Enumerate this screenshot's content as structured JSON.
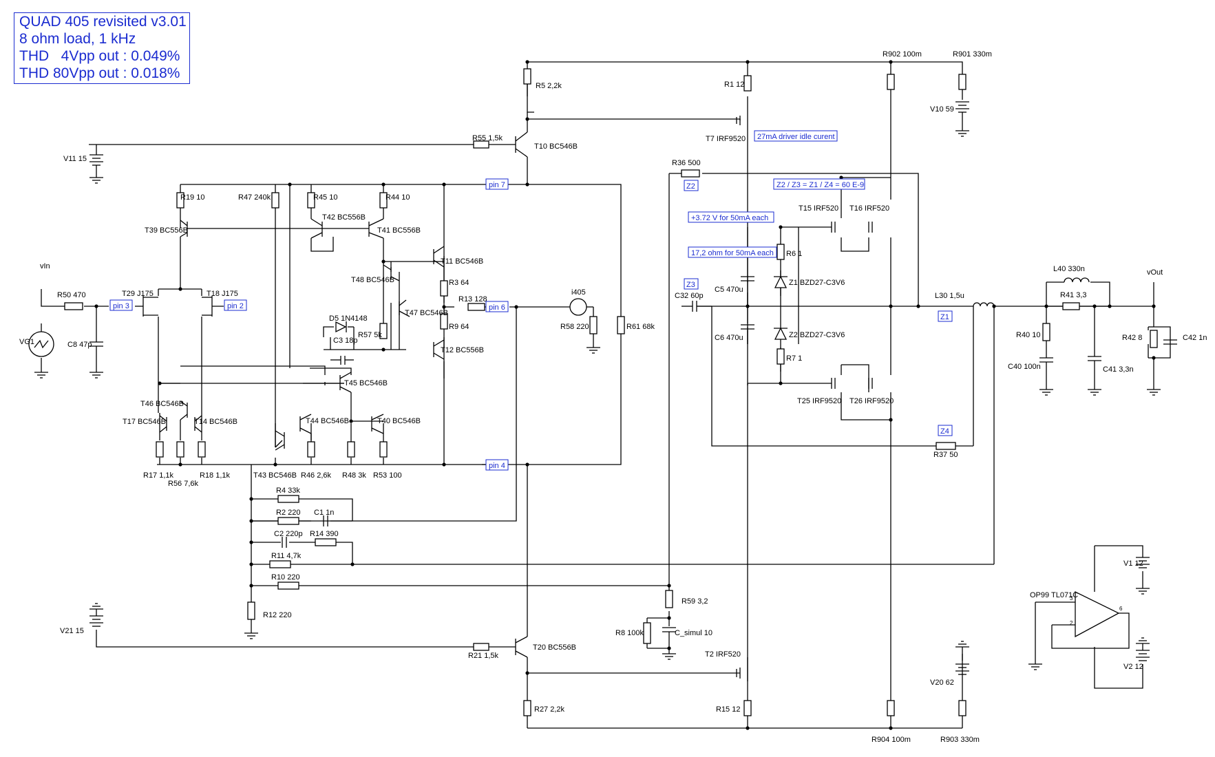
{
  "title_lines": [
    "QUAD 405 revisited v3.01",
    "8 ohm load, 1 kHz",
    "THD   4Vpp out : 0.049%",
    "THD 80Vpp out : 0.018%"
  ],
  "pins": {
    "pin3": "pin 3",
    "pin2": "pin 2",
    "pin7": "pin 7",
    "pin6": "pin 6",
    "pin4": "pin 4"
  },
  "zlabels": {
    "Z1": "Z1",
    "Z2": "Z2",
    "Z3": "Z3",
    "Z4": "Z4"
  },
  "notes": {
    "idle": "27mA driver idle curent",
    "zeq": "Z2 / Z3 = Z1 / Z4 = 60 E-9",
    "volt": "+3.72 V for 50mA each",
    "ohm": "17,2 ohm for 50mA each"
  },
  "nets": {
    "vin": "vIn",
    "vout": "vOut",
    "i405": "i405"
  },
  "components": {
    "V11": "V11 15",
    "V21": "V21 15",
    "V10": "V10 59",
    "V20": "V20 62",
    "V1": "V1 12",
    "V2": "V2 12",
    "VG1": "VG1",
    "R50": "R50 470",
    "C8": "C8 47p",
    "T29": "T29 J175",
    "T18": "T18 J175",
    "R19": "R19 10",
    "T39": "T39 BC556B",
    "R47": "R47 240k",
    "R45": "R45 10",
    "T42": "T42 BC556B",
    "R44": "R44 10",
    "T41": "T41 BC556B",
    "R55": "R55 1,5k",
    "T10": "T10 BC546B",
    "R5": "R5 2,2k",
    "R1": "R1 12",
    "T7": "T7 IRF9520",
    "R902": "R902 100m",
    "R901": "R901 330m",
    "T11": "T11 BC546B",
    "T48": "T48 BC546B",
    "R3": "R3 64",
    "R13": "R13 128",
    "T47": "T47 BC546B",
    "R9": "R9 64",
    "D5": "D5 1N4148",
    "C3": "C3 18p",
    "R57": "R57 5k",
    "T12": "T12 BC556B",
    "R58": "R58 220",
    "R61": "R61 68k",
    "T45": "T45 BC546B",
    "T46": "T46 BC546B",
    "T17": "T17 BC546B",
    "T14": "T14 BC546B",
    "T44": "T44 BC546B",
    "T40": "T40 BC546B",
    "T43": "T43 BC546B",
    "R17": "R17 1,1k",
    "R56": "R56 7,6k",
    "R18": "R18 1,1k",
    "R46": "R46 2,6k",
    "R48": "R48 3k",
    "R53": "R53 100",
    "R4": "R4 33k",
    "R2": "R2 220",
    "C1": "C1 1n",
    "C2": "C2 220p",
    "R14": "R14 390",
    "R11": "R11 4,7k",
    "R10": "R10 220",
    "R12": "R12 220",
    "R59": "R59 3,2",
    "R8": "R8 100k",
    "Csim": "C_simul 10",
    "R21": "R21 1,5k",
    "T20": "T20 BC556B",
    "T2": "T2 IRF520",
    "R27": "R27 2,2k",
    "R15": "R15 12",
    "R904": "R904 100m",
    "R903": "R903 330m",
    "R36": "R36 500",
    "C32": "C32 60p",
    "C5": "C5 470u",
    "C6": "C6 470u",
    "R6": "R6 1",
    "R7": "R7 1",
    "Z1": "Z1 BZD27-C3V6",
    "Z2": "Z2 BZD27-C3V6",
    "T15": "T15 IRF520",
    "T16": "T16 IRF520",
    "T25": "T25 IRF9520",
    "T26": "T26 IRF9520",
    "R37": "R37 50",
    "L30": "L30 1,5u",
    "L40": "L40 330n",
    "R41": "R41 3,3",
    "R40": "R40 10",
    "C40": "C40 100n",
    "C41": "C41 3,3n",
    "R42": "R42 8",
    "C42": "C42 1n",
    "OP99": "OP99 TL071C",
    "op_pin3": "3",
    "op_pin2": "2",
    "op_pin6": "6"
  },
  "colors": {
    "accent": "#1a2bd0",
    "wire": "#000000",
    "background": "#ffffff"
  }
}
